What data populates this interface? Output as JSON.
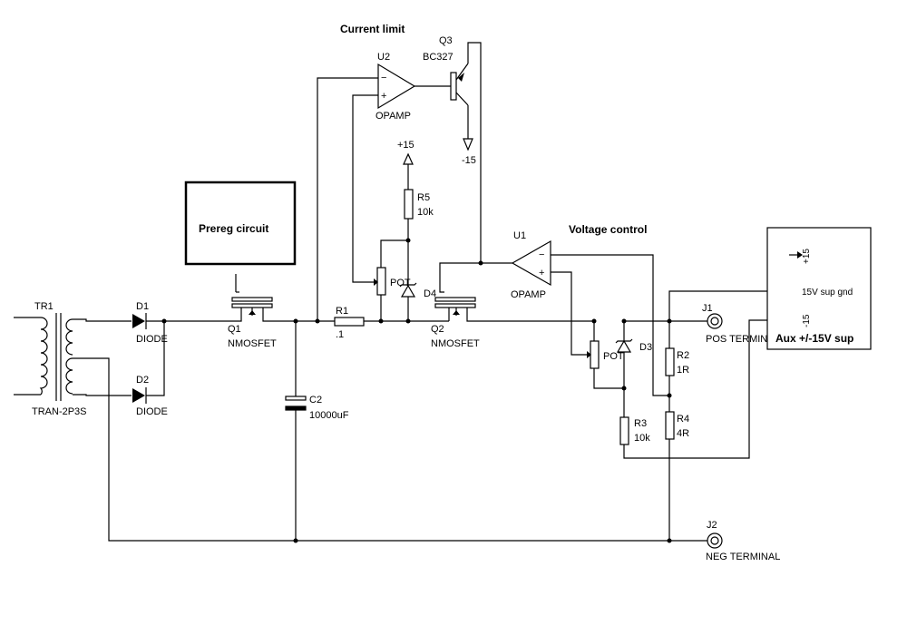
{
  "titles": {
    "current_limit": "Current limit",
    "voltage_control": "Voltage control",
    "prereg": "Prereg circuit",
    "aux": "Aux +/-15V sup"
  },
  "tr1": {
    "ref": "TR1",
    "value": "TRAN-2P3S"
  },
  "d1": {
    "ref": "D1",
    "value": "DIODE"
  },
  "d2": {
    "ref": "D2",
    "value": "DIODE"
  },
  "q1": {
    "ref": "Q1",
    "value": "NMOSFET"
  },
  "c2": {
    "ref": "C2",
    "value": "10000uF"
  },
  "r1": {
    "ref": "R1",
    "value": ".1"
  },
  "u2": {
    "ref": "U2",
    "value": "OPAMP",
    "minus": "−",
    "plus": "+"
  },
  "q3": {
    "ref": "Q3",
    "value": "BC327"
  },
  "neg15": "-15",
  "pos15": "+15",
  "r5": {
    "ref": "R5",
    "value": "10k"
  },
  "pot1": {
    "value": "POT"
  },
  "d4": {
    "ref": "D4"
  },
  "q2": {
    "ref": "Q2",
    "value": "NMOSFET"
  },
  "u1": {
    "ref": "U1",
    "value": "OPAMP",
    "minus": "−",
    "plus": "+"
  },
  "pot2": {
    "value": "POT"
  },
  "d3": {
    "ref": "D3"
  },
  "r2": {
    "ref": "R2",
    "value": "1R"
  },
  "r3": {
    "ref": "R3",
    "value": "10k"
  },
  "r4": {
    "ref": "R4",
    "value": "4R"
  },
  "j1": {
    "ref": "J1",
    "value": "POS TERMINAL"
  },
  "j2": {
    "ref": "J2",
    "value": "NEG TERMINAL"
  },
  "aux_pins": {
    "p15": "+15",
    "gnd": "15V sup gnd",
    "m15": "-15"
  }
}
